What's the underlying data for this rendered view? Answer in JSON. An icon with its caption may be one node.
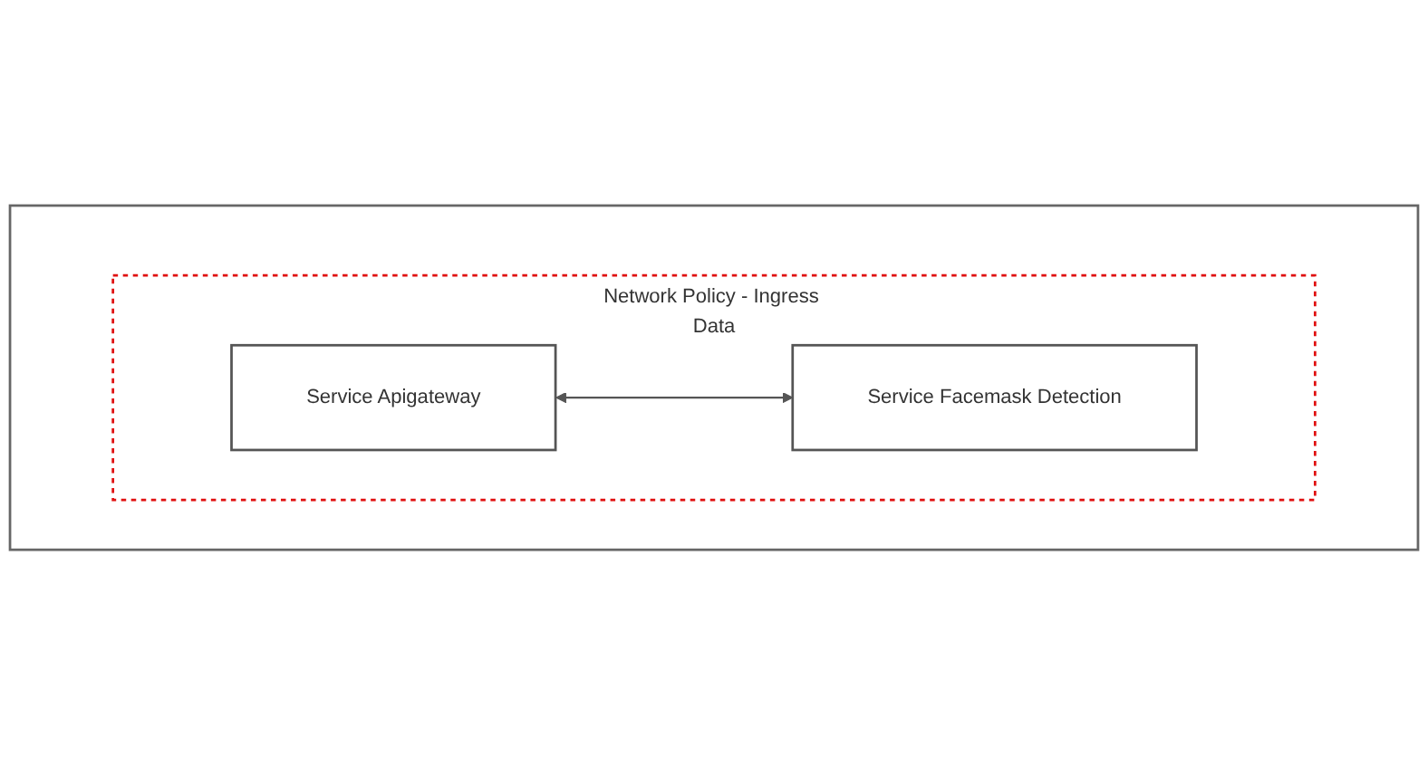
{
  "diagram": {
    "nodes": [
      {
        "text": [],
        "shape": "box"
      },
      {
        "text": [
          "Network Policy - Ingress Data"
        ],
        "in": 0
      },
      {
        "text": [
          "Service Apigateway"
        ],
        "in": 1
      },
      {
        "text": [
          "Service Facemask Detection"
        ],
        "in": 1
      }
    ],
    "edges": [
      {
        "from": 2,
        "to": 3,
        "arrow": "both"
      }
    ]
  }
}
